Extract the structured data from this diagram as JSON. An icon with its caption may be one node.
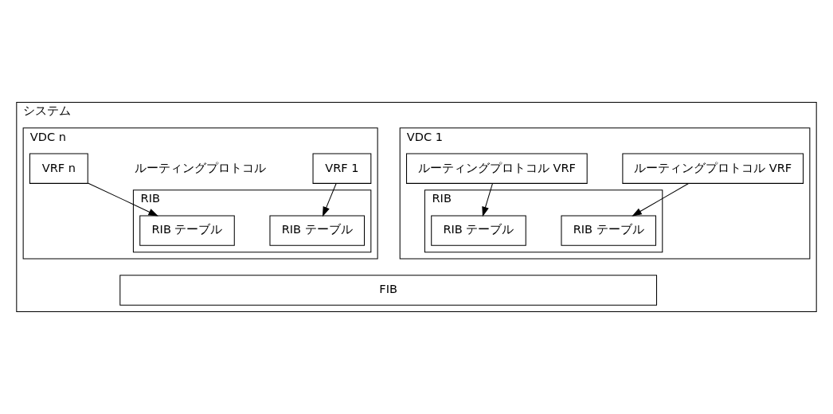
{
  "diagram": {
    "nodes": [
      {
        "text": [
          "システム"
        ]
      },
      {
        "text": [
          "VDC 1"
        ],
        "in": 0
      },
      {
        "text": [
          "ルーティングプロトコル VRF"
        ],
        "in": 1
      },
      {
        "text": [
          "ルーティングプロトコル VRF"
        ],
        "in": 1
      },
      {
        "text": [
          "RIB"
        ],
        "in": 1
      },
      {
        "text": [
          "RIB テーブル"
        ],
        "in": 4
      },
      {
        "text": [
          "RIB テーブル"
        ],
        "in": 4
      },
      {
        "text": [
          "VDC n"
        ],
        "in": 0
      },
      {
        "text": [
          "VRF 1"
        ],
        "in": 7
      },
      {
        "text": [
          "VRF n"
        ],
        "in": 7
      },
      {
        "text": [
          "RIB"
        ],
        "in": 7
      },
      {
        "text": [
          "RIB テーブル"
        ],
        "in": 10
      },
      {
        "text": [
          "RIB テーブル"
        ],
        "in": 10
      },
      {
        "text": [
          "FIB"
        ],
        "in": 0
      }
    ],
    "edges": [
      {
        "from": 2,
        "to": 5,
        "arrow": "to"
      },
      {
        "from": 3,
        "to": 6,
        "arrow": "to"
      },
      {
        "from": 8,
        "to": 11,
        "arrow": "to"
      },
      {
        "from": 9,
        "to": 12,
        "arrow": "to"
      }
    ],
    "labels": [
      "ルーティングプロトコル"
    ]
  }
}
